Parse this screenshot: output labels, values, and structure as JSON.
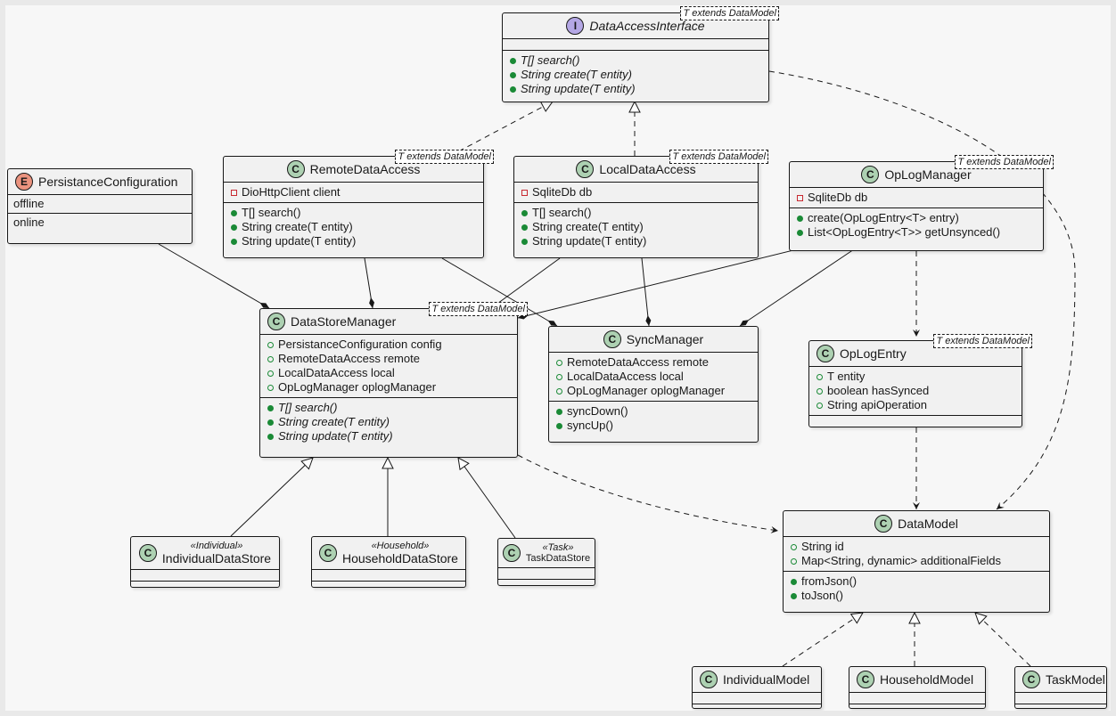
{
  "classes": {
    "data_access_interface": {
      "name": "DataAccessInterface",
      "type_param": "T extends DataModel",
      "badge": "I",
      "methods": [
        "T[] search()",
        "String create(T entity)",
        "String update(T entity)"
      ]
    },
    "persistance_configuration": {
      "name": "PersistanceConfiguration",
      "badge": "E",
      "values": [
        "offline",
        "online"
      ]
    },
    "remote_data_access": {
      "name": "RemoteDataAccess",
      "type_param": "T extends DataModel",
      "badge": "C",
      "fields": [
        "DioHttpClient client"
      ],
      "methods": [
        "T[] search()",
        "String create(T entity)",
        "String update(T entity)"
      ]
    },
    "local_data_access": {
      "name": "LocalDataAccess",
      "type_param": "T extends DataModel",
      "badge": "C",
      "fields": [
        "SqliteDb db"
      ],
      "methods": [
        "T[] search()",
        "String create(T entity)",
        "String update(T entity)"
      ]
    },
    "oplog_manager": {
      "name": "OpLogManager",
      "type_param": "T extends DataModel",
      "badge": "C",
      "fields": [
        "SqliteDb db"
      ],
      "methods": [
        "create(OpLogEntry<T> entry)",
        "List<OpLogEntry<T>> getUnsynced()"
      ]
    },
    "data_store_manager": {
      "name": "DataStoreManager",
      "type_param": "T extends DataModel",
      "badge": "C",
      "fields": [
        "PersistanceConfiguration config",
        "RemoteDataAccess remote",
        "LocalDataAccess local",
        "OpLogManager oplogManager"
      ],
      "methods": [
        "T[] search()",
        "String create(T entity)",
        "String update(T entity)"
      ]
    },
    "sync_manager": {
      "name": "SyncManager",
      "badge": "C",
      "fields": [
        "RemoteDataAccess remote",
        "LocalDataAccess local",
        "OpLogManager oplogManager"
      ],
      "methods": [
        "syncDown()",
        "syncUp()"
      ]
    },
    "oplog_entry": {
      "name": "OpLogEntry",
      "type_param": "T extends DataModel",
      "badge": "C",
      "fields": [
        "T entity",
        "boolean hasSynced",
        "String apiOperation"
      ]
    },
    "data_model": {
      "name": "DataModel",
      "badge": "C",
      "fields": [
        "String id",
        "Map<String, dynamic> additionalFields"
      ],
      "methods": [
        "fromJson()",
        "toJson()"
      ]
    },
    "individual_data_store": {
      "name": "IndividualDataStore",
      "stereotype": "«Individual»",
      "badge": "C"
    },
    "household_data_store": {
      "name": "HouseholdDataStore",
      "stereotype": "«Household»",
      "badge": "C"
    },
    "task_data_store": {
      "name": "TaskDataStore",
      "stereotype": "«Task»",
      "badge": "C"
    },
    "individual_model": {
      "name": "IndividualModel",
      "badge": "C"
    },
    "household_model": {
      "name": "HouseholdModel",
      "badge": "C"
    },
    "task_model": {
      "name": "TaskModel",
      "badge": "C"
    }
  },
  "colors": {
    "class_badge": "#add1b2",
    "interface_badge": "#b4a7e5",
    "enum_badge": "#eb937f",
    "box_fill": "#f1f1f1",
    "public_method": "#1a8a36",
    "private_field": "#c82930"
  }
}
